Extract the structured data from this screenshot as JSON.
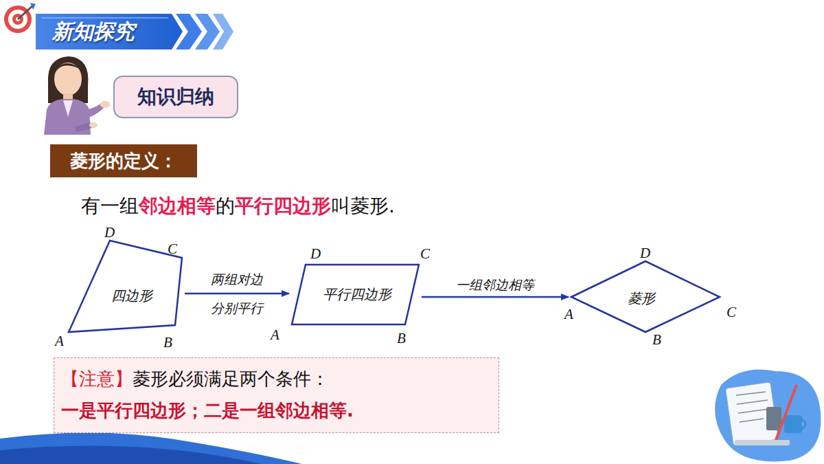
{
  "diagram": {
    "title": "新知探究",
    "nodes": [
      {
        "text": [
          "知识归纳"
        ]
      },
      {
        "text": [
          "菱形的定义："
        ]
      },
      {
        "text": [
          "四边形"
        ]
      },
      {
        "text": [
          "平行四边形"
        ]
      },
      {
        "text": [
          "菱形"
        ]
      },
      {
        "text": [
          "【注意】",
          "菱形必须满足两个条件：",
          "一是平行四边形；二是一组邻边相等."
        ]
      }
    ],
    "edges": [
      {
        "from": 2,
        "to": 3,
        "arrow": "to",
        "label": "两组对边 分别平行"
      },
      {
        "from": 3,
        "to": 4,
        "arrow": "to",
        "label": "一组邻边相等"
      }
    ],
    "labels": [
      "有一组",
      "邻边相等",
      "的",
      "平行四边形",
      "叫菱形.",
      "D",
      "C",
      "A",
      "B",
      "D",
      "C",
      "A",
      "B",
      "D",
      "C",
      "A",
      "B"
    ]
  }
}
